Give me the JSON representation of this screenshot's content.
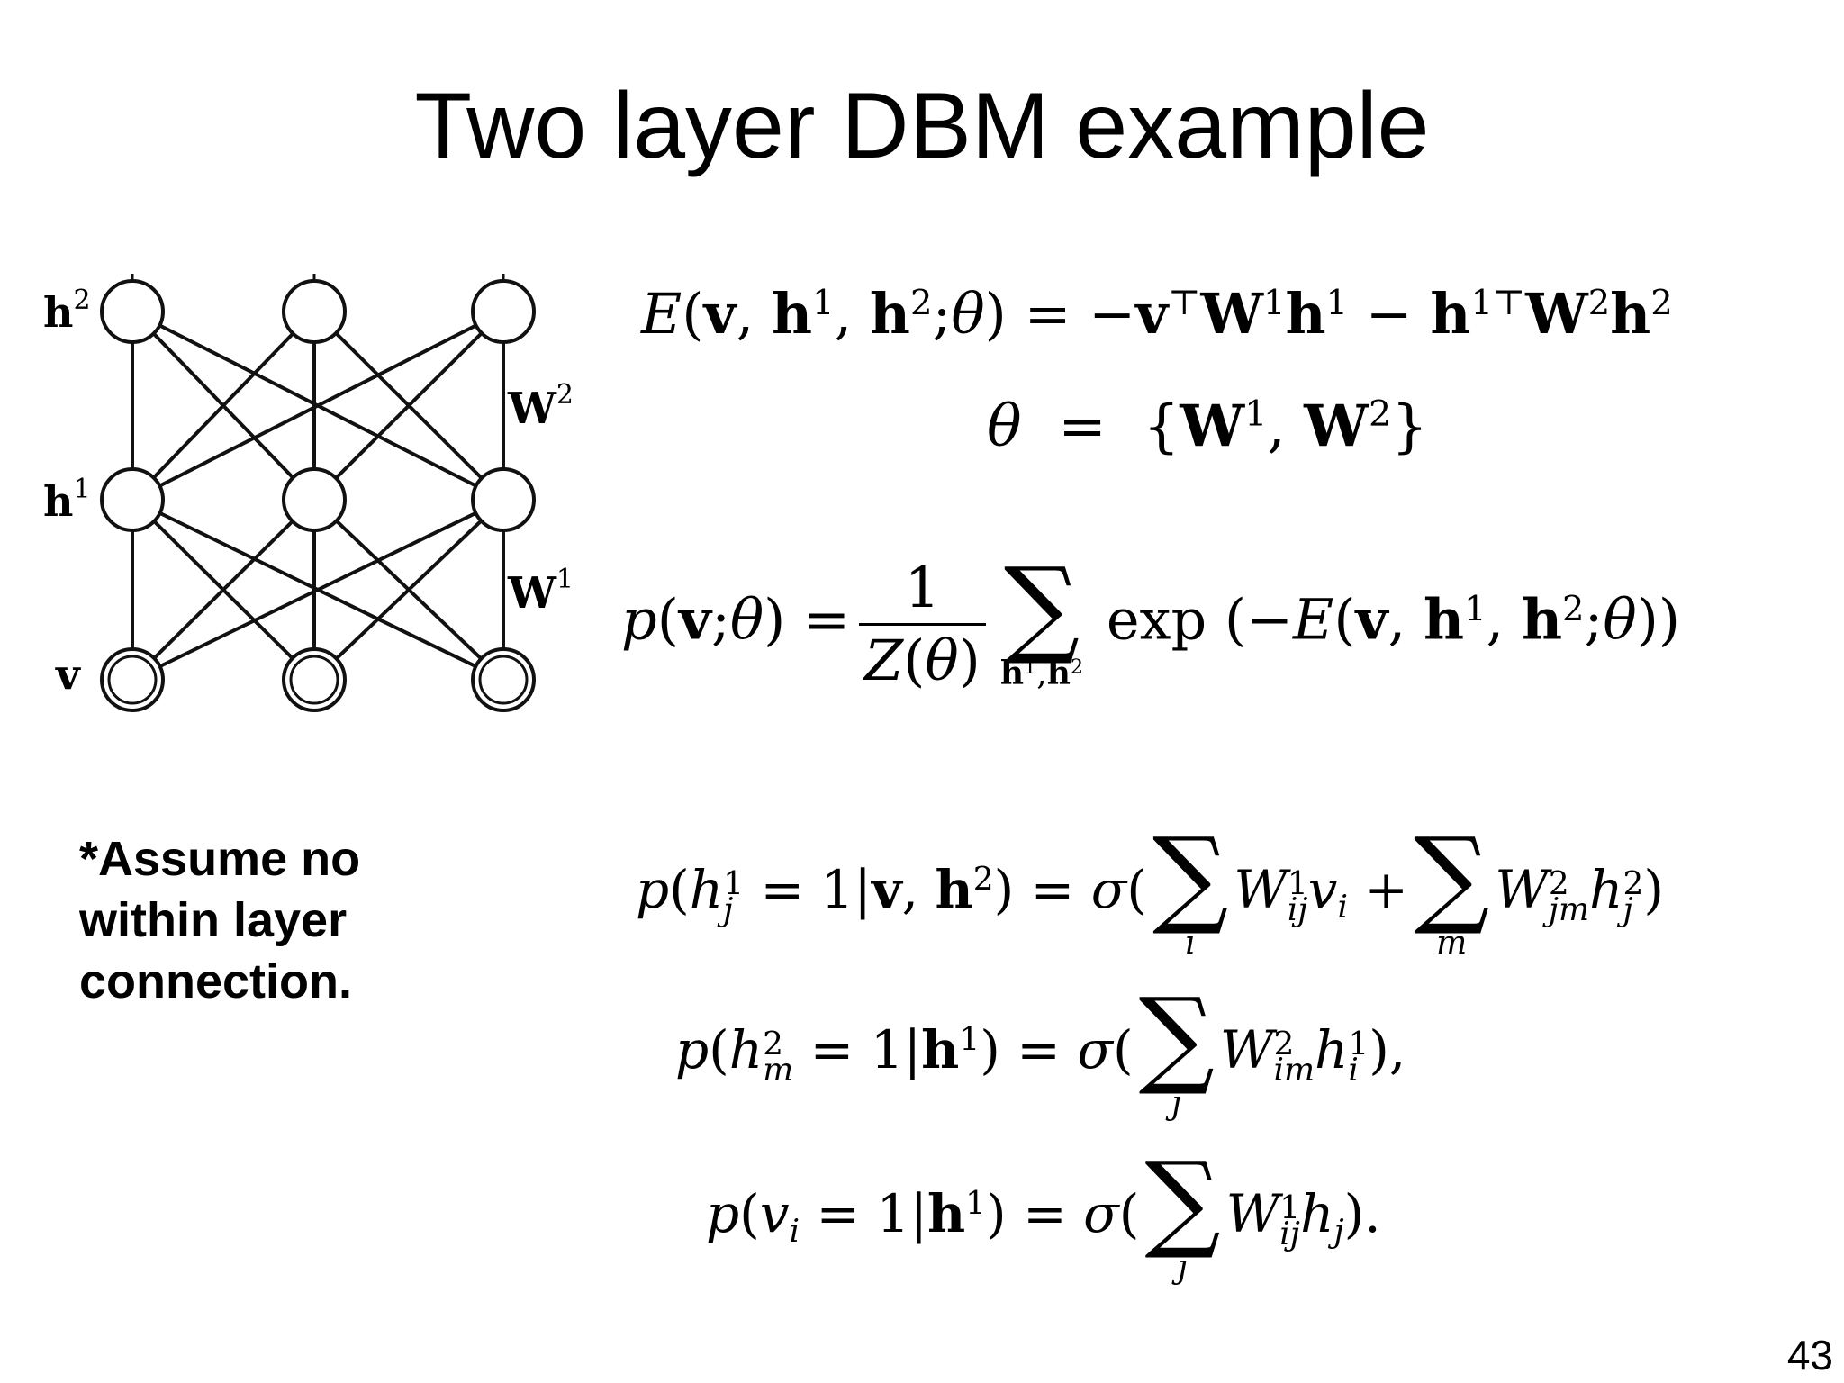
{
  "slide": {
    "title": "Two layer DBM example",
    "page_number": "43",
    "note_lines": [
      "*Assume no",
      "within layer",
      "connection."
    ]
  },
  "diagram": {
    "layers": [
      {
        "label": "h",
        "sup": "2",
        "units": 3,
        "kind": "hidden"
      },
      {
        "label": "h",
        "sup": "1",
        "units": 3,
        "kind": "hidden"
      },
      {
        "label": "v",
        "sup": "",
        "units": 3,
        "kind": "visible"
      }
    ],
    "weights": [
      {
        "label": "W",
        "sup": "2",
        "between": [
          "h2",
          "h1"
        ]
      },
      {
        "label": "W",
        "sup": "1",
        "between": [
          "h1",
          "v"
        ]
      }
    ]
  },
  "equations": {
    "energy": {
      "lhs_fn": "E",
      "lhs_open": "(",
      "v": "v",
      "h": "h",
      "one": "1",
      "two": "2",
      "comma": ",",
      "semi": ";",
      "theta": "θ",
      "close": ")",
      "eq": "=",
      "minus": "−",
      "top": "⊤",
      "W": "W"
    },
    "params": {
      "theta": "θ",
      "eq": "=",
      "lbrace": "{",
      "W": "W",
      "one": "1",
      "two": "2",
      "comma": ",",
      "rbrace": "}"
    },
    "marginal": {
      "p": "p",
      "open": "(",
      "v": "v",
      "semi": ";",
      "theta": "θ",
      "close": ")",
      "eq": "=",
      "num": "1",
      "Z": "Z",
      "sum": "∑",
      "sum_lim_h": "h",
      "one": "1",
      "two": "2",
      "comma": ",",
      "exp": "exp",
      "minus": "−",
      "E": "E",
      "h": "h"
    },
    "cond_h1": {
      "p": "p",
      "open": "(",
      "h": "h",
      "one": "1",
      "j": "j",
      "two": "2",
      "eq": "=",
      "bar": "|",
      "v": "v",
      "comma": ",",
      "close": ")",
      "sigma": "σ",
      "sum": "∑",
      "i": "i",
      "m": "m",
      "W": "W",
      "ij": "ij",
      "jm": "jm",
      "plus": "+"
    },
    "cond_h2": {
      "p": "p",
      "open": "(",
      "h": "h",
      "two": "2",
      "m": "m",
      "eq": "=",
      "one": "1",
      "bar": "|",
      "close": ")",
      "sigma": "σ",
      "sum": "∑",
      "j": "j",
      "W": "W",
      "im": "im",
      "i": "i",
      "end": "),"
    },
    "cond_v": {
      "p": "p",
      "open": "(",
      "v": "v",
      "i": "i",
      "eq": "=",
      "one": "1",
      "bar": "|",
      "h": "h",
      "close": ")",
      "sigma": "σ",
      "sum": "∑",
      "j": "j",
      "W": "W",
      "ij": "ij",
      "end": ")."
    }
  },
  "colors": {
    "line": "#111111",
    "text": "#000000",
    "background": "#ffffff"
  }
}
